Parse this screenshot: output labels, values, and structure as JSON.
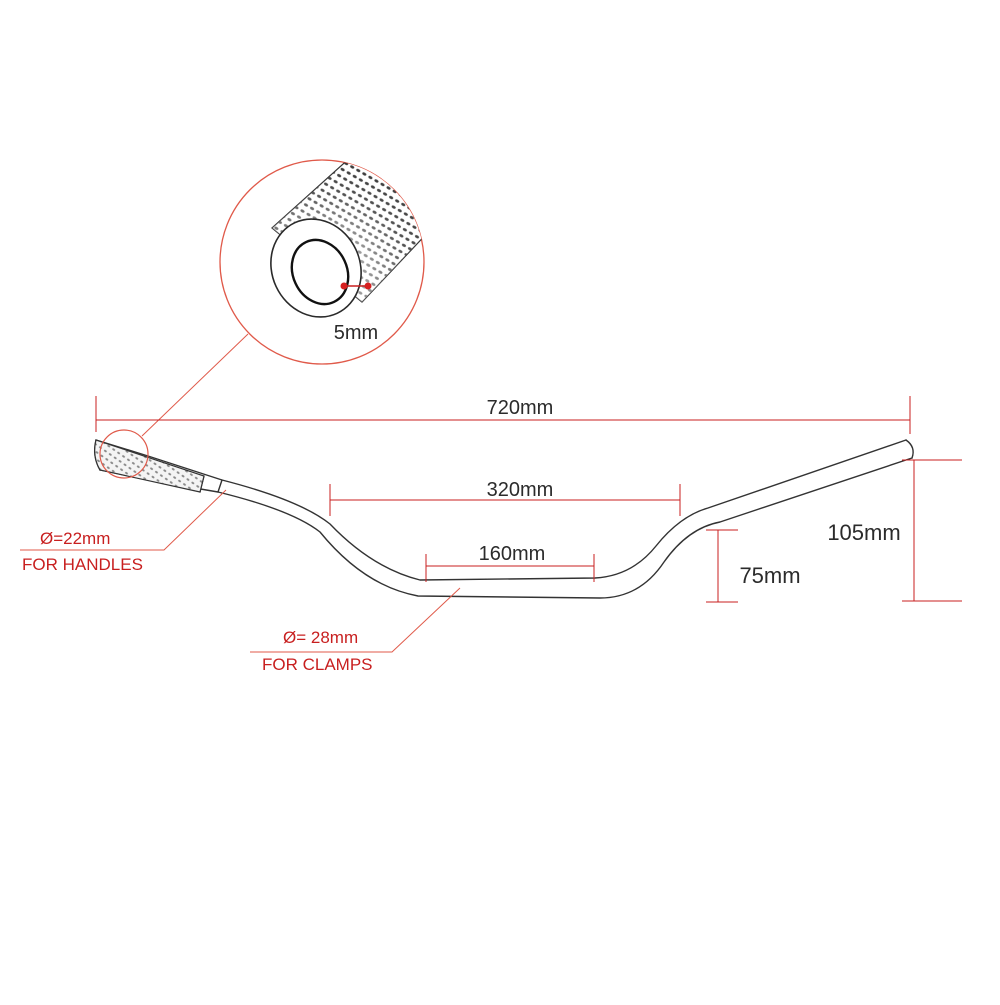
{
  "colors": {
    "dimension_line": "#c81f1f",
    "callout_line": "#e05a4a",
    "tube_outline": "#333333",
    "text": "#2b2b2b",
    "annotation_text": "#c81f1f"
  },
  "dimensions": {
    "overall_width": "720mm",
    "inner_width": "320mm",
    "clamp_width": "160mm",
    "rise_outer": "105mm",
    "rise_inner": "75mm",
    "wall_thickness": "5mm"
  },
  "annotations": {
    "handle_diameter": "Ø=22mm",
    "handle_purpose": "FOR HANDLES",
    "clamp_diameter": "Ø= 28mm",
    "clamp_purpose": "FOR CLAMPS"
  }
}
